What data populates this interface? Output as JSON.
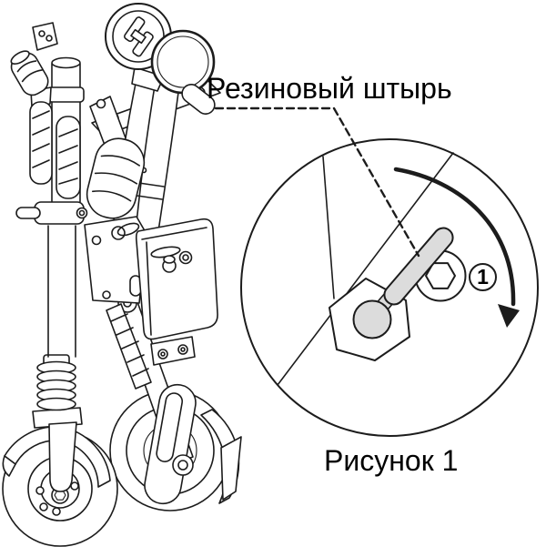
{
  "labels": {
    "callout": "Резиновый штырь",
    "caption": "Рисунок 1",
    "step_number": "1"
  },
  "colors": {
    "bg": "#ffffff",
    "line": "#1c1c1c",
    "pin": "#dcdcdc",
    "text": "#000000"
  },
  "icons": {
    "rotation_arrow": "clockwise-arc-arrow",
    "leader_line": "dashed-leader",
    "magnifier": "detail-circle"
  }
}
